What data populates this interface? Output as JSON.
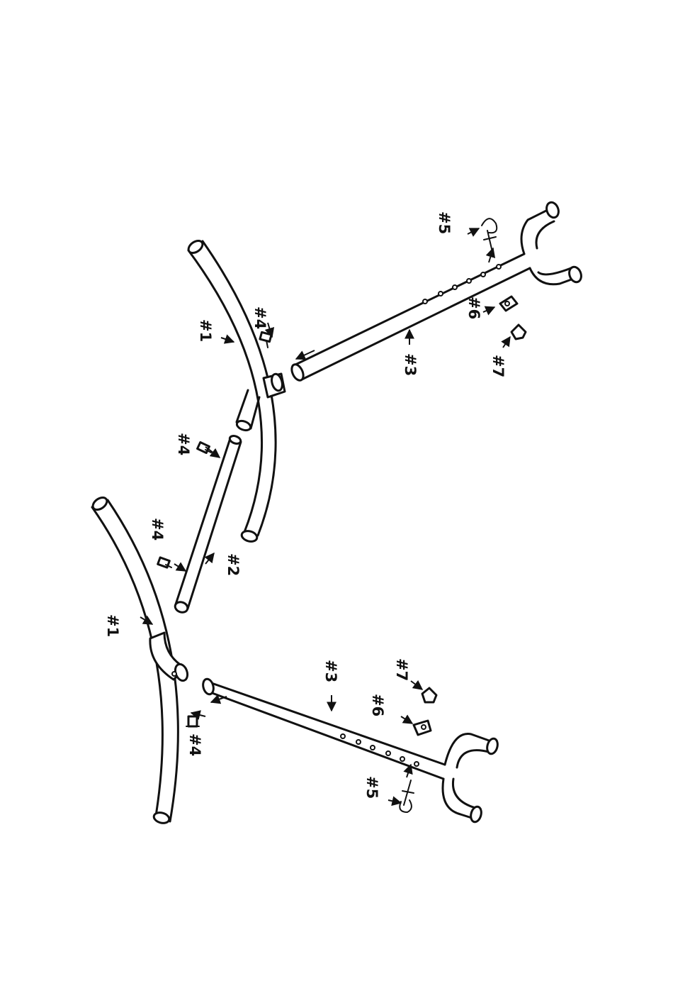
{
  "labels": {
    "part1_top": "#1",
    "part1_bottom": "#1",
    "part2": "#2",
    "part3_top": "#3",
    "part3_bottom": "#3",
    "part4_a": "#4",
    "part4_b": "#4",
    "part4_c": "#4",
    "part4_d": "#4",
    "part5_top": "#5",
    "part5_bottom": "#5",
    "part6_top": "#6",
    "part6_bottom": "#6",
    "part7_top": "#7",
    "part7_bottom": "#7"
  }
}
